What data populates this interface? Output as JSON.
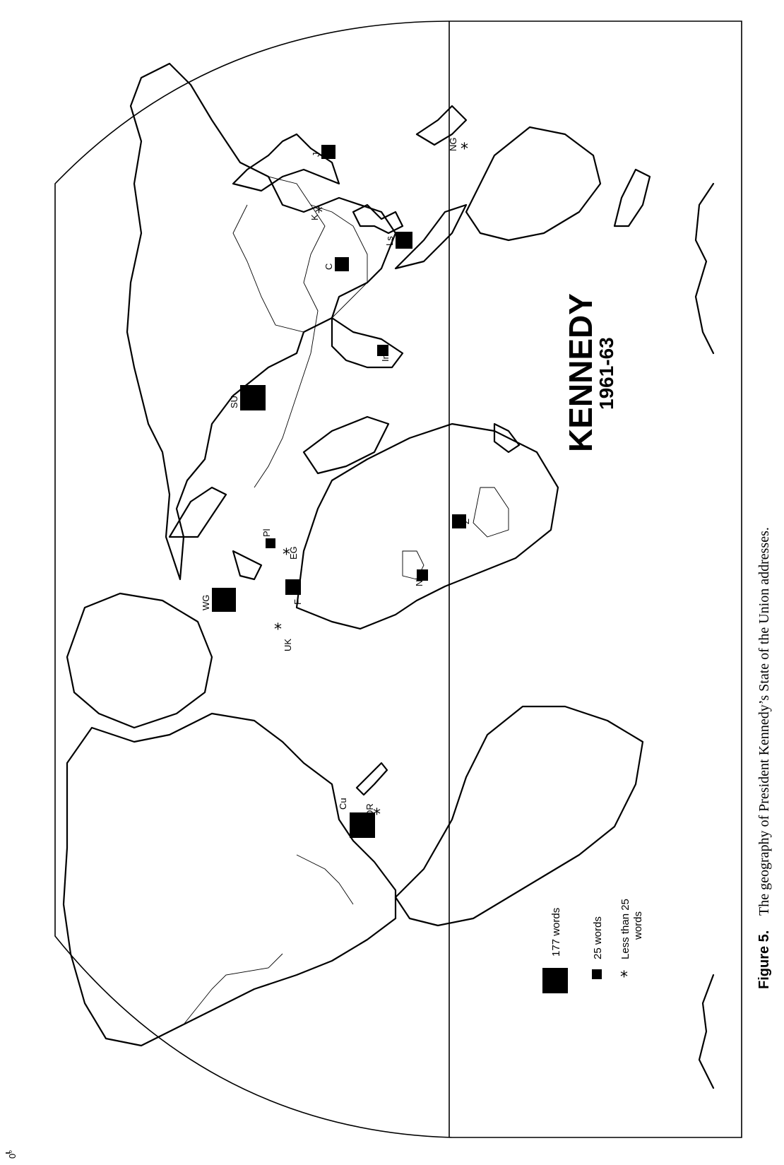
{
  "title": {
    "name": "KENNEDY",
    "years": "1961-63"
  },
  "legend": {
    "large": "177 words",
    "small": "25 words",
    "star_line1": "Less than 25",
    "star_line2": "words"
  },
  "caption": {
    "label": "Figure 5.",
    "text": "The geography of President Kennedy’s State of the Union addresses."
  },
  "equator_label": "0°",
  "symbols": [
    {
      "code": "SU",
      "size": "177 words"
    },
    {
      "code": "WG",
      "size": "177 words"
    },
    {
      "code": "Cu",
      "size": "177 words"
    },
    {
      "code": "J",
      "size": "25 words"
    },
    {
      "code": "C",
      "size": "25 words"
    },
    {
      "code": "Ls",
      "size": "25 words"
    },
    {
      "code": "In",
      "size": "25 words"
    },
    {
      "code": "Pl",
      "size": "25 words"
    },
    {
      "code": "F",
      "size": "25 words"
    },
    {
      "code": "Z",
      "size": "25 words"
    },
    {
      "code": "Ni",
      "size": "25 words"
    },
    {
      "code": "K",
      "size": "Less than 25 words"
    },
    {
      "code": "NG",
      "size": "Less than 25 words"
    },
    {
      "code": "EG",
      "size": "Less than 25 words"
    },
    {
      "code": "UK",
      "size": "Less than 25 words"
    },
    {
      "code": "DR",
      "size": "Less than 25 words"
    }
  ]
}
